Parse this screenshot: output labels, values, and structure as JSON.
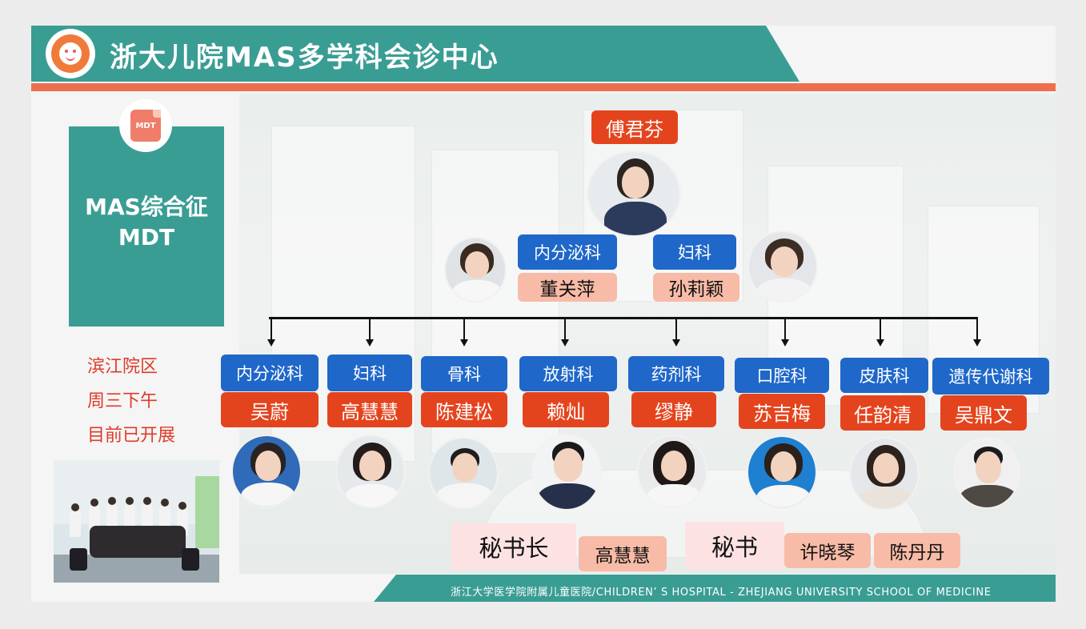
{
  "header": {
    "title": "浙大儿院MAS多学科会诊中心",
    "logo_icon": "hospital-logo-icon",
    "accent_color": "#3a9d94",
    "stripe_color": "#ee6f4d"
  },
  "sidebar": {
    "mdt_badge": "MDT",
    "mdt_title_line1": "MAS综合征",
    "mdt_title_line2": "MDT",
    "location": "滨江院区",
    "schedule": "周三下午",
    "status": "目前已开展"
  },
  "org": {
    "leader": "傅君芬",
    "deputies": [
      {
        "dept": "内分泌科",
        "name": "董关萍"
      },
      {
        "dept": "妇科",
        "name": "孙莉颖"
      }
    ],
    "members": [
      {
        "dept": "内分泌科",
        "name": "吴蔚"
      },
      {
        "dept": "妇科",
        "name": "高慧慧"
      },
      {
        "dept": "骨科",
        "name": "陈建松"
      },
      {
        "dept": "放射科",
        "name": "赖灿"
      },
      {
        "dept": "药剂科",
        "name": "缪静"
      },
      {
        "dept": "口腔科",
        "name": "苏吉梅"
      },
      {
        "dept": "皮肤科",
        "name": "任韵清"
      },
      {
        "dept": "遗传代谢科",
        "name": "吴鼎文"
      }
    ],
    "secretary_general_label": "秘书长",
    "secretary_general": "高慧慧",
    "secretary_label": "秘书",
    "secretaries": [
      "许晓琴",
      "陈丹丹"
    ]
  },
  "footer": {
    "text": "浙江大学医学院附属儿童医院/CHILDREN’ S HOSPITAL - ZHEJIANG UNIVERSITY SCHOOL OF MEDICINE"
  }
}
